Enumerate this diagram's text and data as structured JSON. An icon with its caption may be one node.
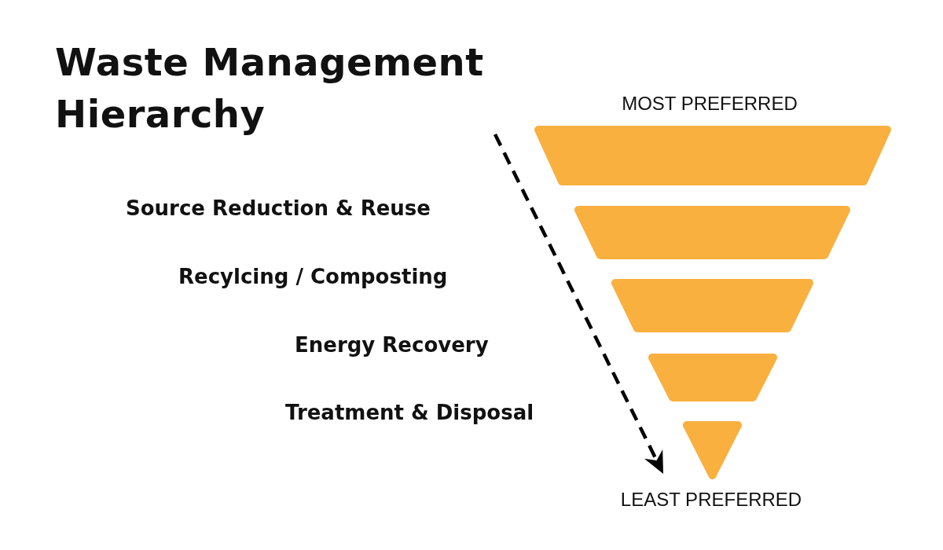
{
  "diagram": {
    "title": "Waste Management Hierarchy",
    "nodes": [
      {
        "text": [],
        "shape": "trapezoid"
      },
      {
        "text": [],
        "shape": "trapezoid"
      },
      {
        "text": [],
        "shape": "trapezoid"
      },
      {
        "text": [],
        "shape": "trapezoid"
      },
      {
        "text": [],
        "shape": "triangle"
      }
    ],
    "labels": [
      "MOST PREFERRED",
      "Source Reduction & Reuse",
      "Recylcing / Composting",
      "Energy Recovery",
      "Treatment & Disposal",
      "LEAST PREFERRED"
    ]
  }
}
